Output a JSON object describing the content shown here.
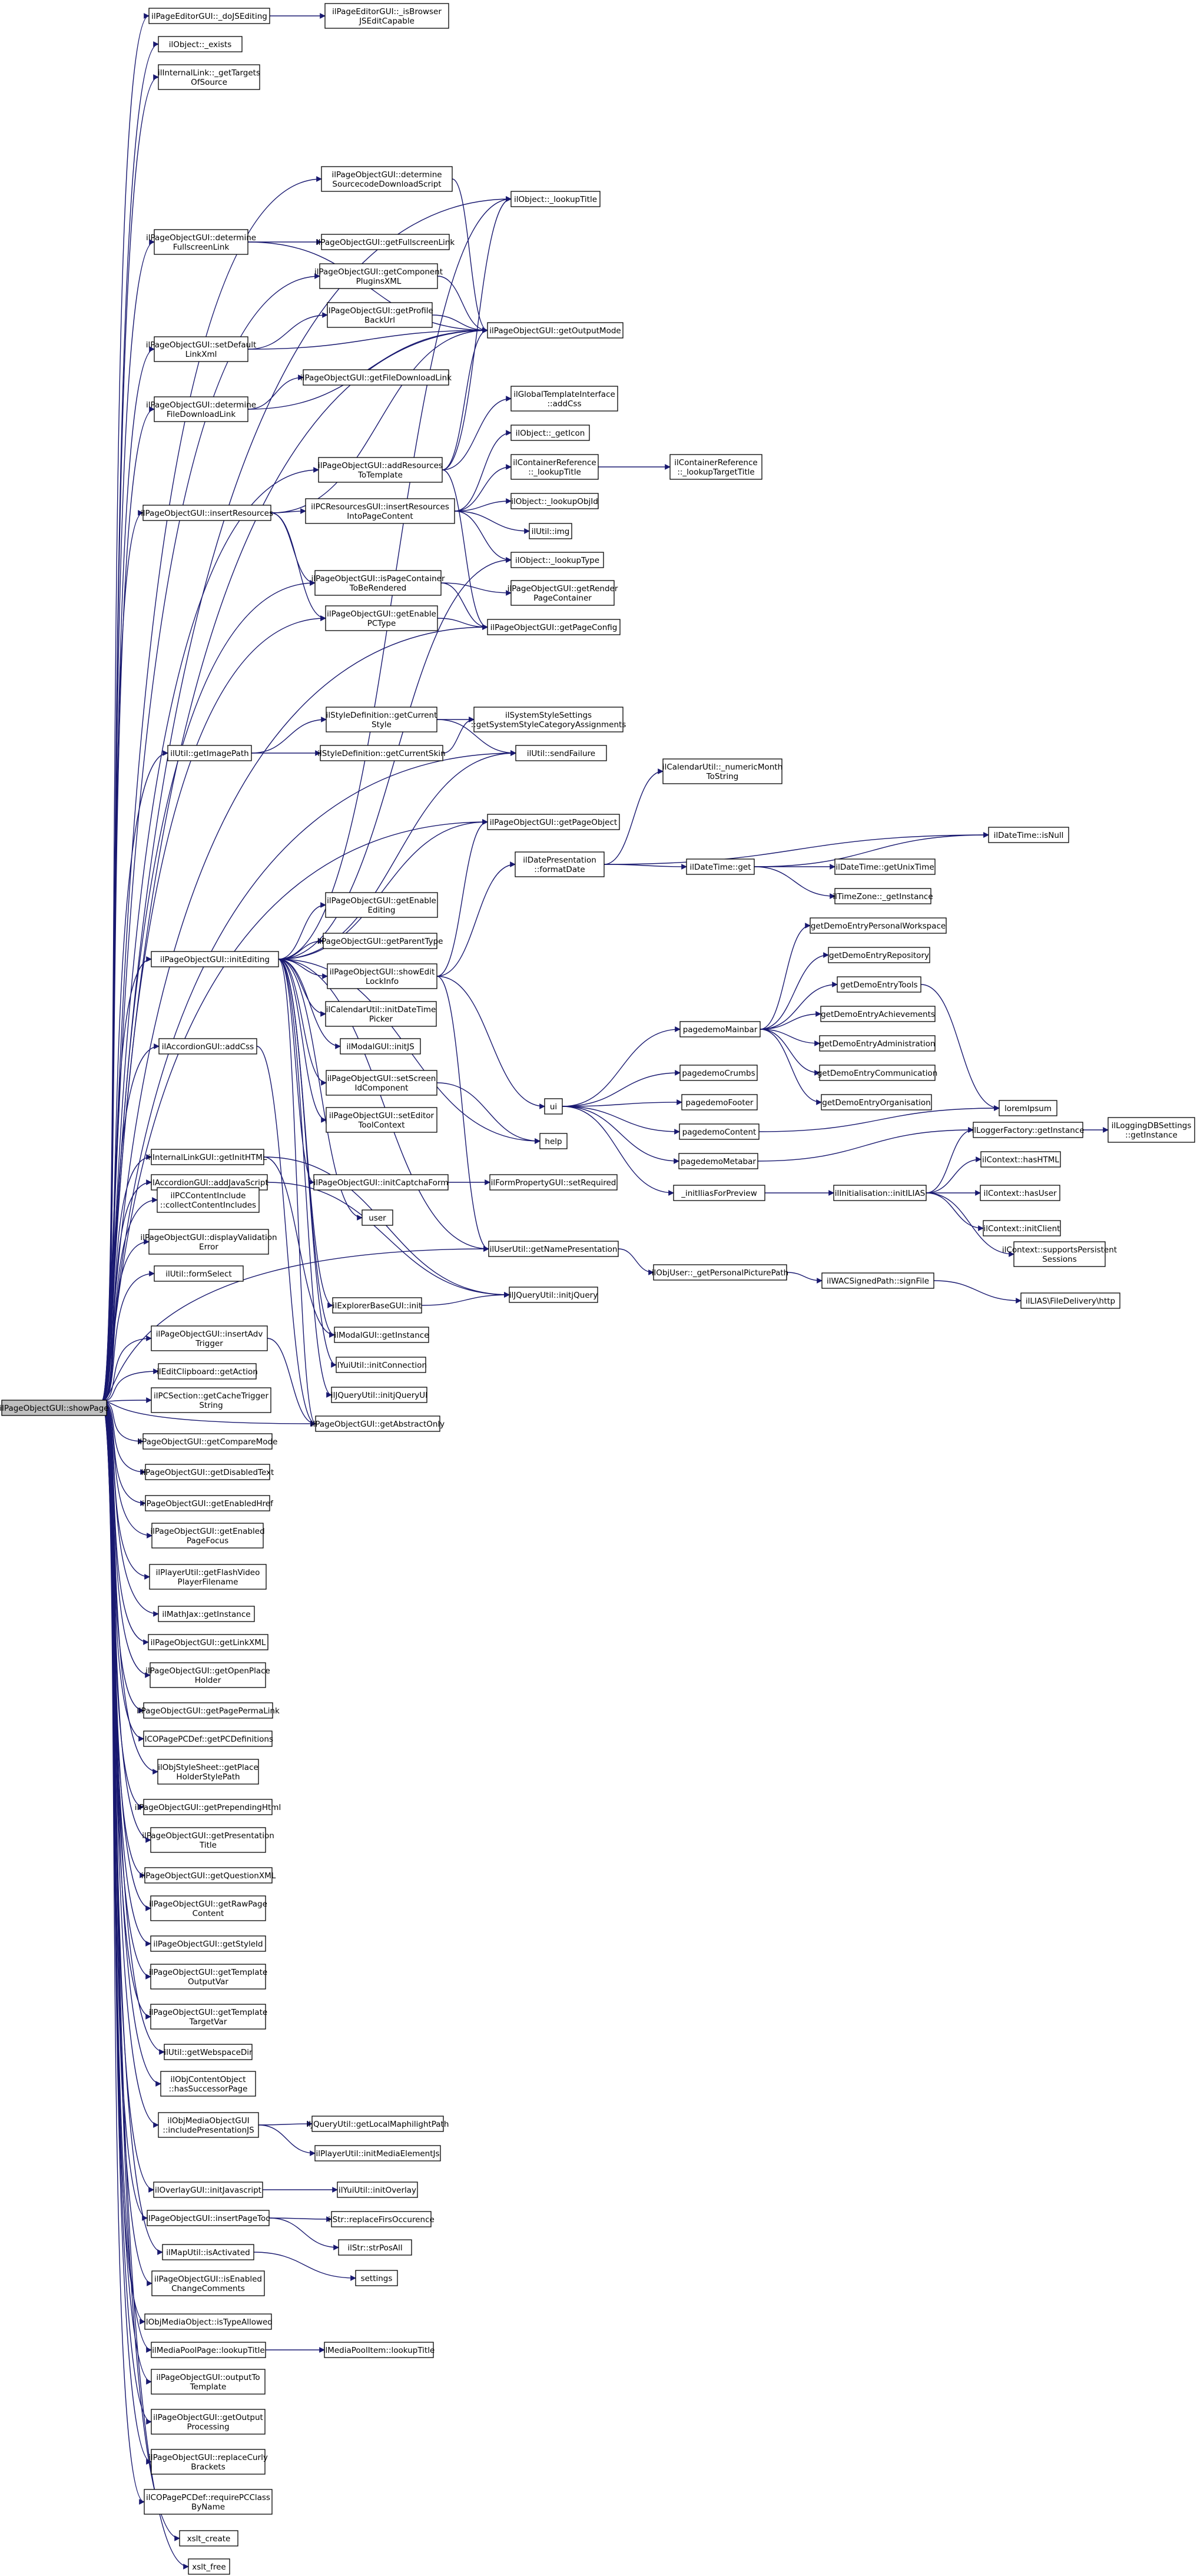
{
  "root": {
    "id": "root",
    "label": "ilPageObjectGUI::showPage"
  },
  "nodes": [
    {
      "id": "n1",
      "label": [
        "ilPageEditorGUI::_doJSEditing"
      ]
    },
    {
      "id": "n2",
      "label": [
        "ilPageEditorGUI::_isBrowser",
        "JSEditCapable"
      ]
    },
    {
      "id": "n3",
      "label": [
        "ilObject::_exists"
      ]
    },
    {
      "id": "n4",
      "label": [
        "ilInternalLink::_getTargets",
        "OfSource"
      ]
    },
    {
      "id": "n5",
      "label": [
        "ilObject::_lookupTitle"
      ]
    },
    {
      "id": "n6",
      "label": [
        "ilPageObjectGUI::determine",
        "SourcecodeDownloadScript"
      ]
    },
    {
      "id": "n7",
      "label": [
        "ilPageObjectGUI::determine",
        "FullscreenLink"
      ]
    },
    {
      "id": "n8",
      "label": [
        "ilPageObjectGUI::getFullscreenLink"
      ]
    },
    {
      "id": "n9",
      "label": [
        "ilPageObjectGUI::getComponent",
        "PluginsXML"
      ]
    },
    {
      "id": "n10",
      "label": [
        "ilPageObjectGUI::getProfile",
        "BackUrl"
      ]
    },
    {
      "id": "n11",
      "label": [
        "ilPageObjectGUI::getOutputMode"
      ]
    },
    {
      "id": "n12",
      "label": [
        "ilPageObjectGUI::setDefault",
        "LinkXml"
      ]
    },
    {
      "id": "n13",
      "label": [
        "ilPageObjectGUI::getFileDownloadLink"
      ]
    },
    {
      "id": "n14",
      "label": [
        "ilPageObjectGUI::determine",
        "FileDownloadLink"
      ]
    },
    {
      "id": "n15",
      "label": [
        "ilGlobalTemplateInterface",
        "::addCss"
      ]
    },
    {
      "id": "n16",
      "label": [
        "ilObject::_getIcon"
      ]
    },
    {
      "id": "n17",
      "label": [
        "ilPageObjectGUI::addResources",
        "ToTemplate"
      ]
    },
    {
      "id": "n18",
      "label": [
        "ilContainerReference",
        "::_lookupTitle"
      ]
    },
    {
      "id": "n19",
      "label": [
        "ilContainerReference",
        "::_lookupTargetTitle"
      ]
    },
    {
      "id": "n20",
      "label": [
        "ilObject::_lookupObjId"
      ]
    },
    {
      "id": "n21",
      "label": [
        "ilPageObjectGUI::insertResources"
      ]
    },
    {
      "id": "n22",
      "label": [
        "ilPCResourcesGUI::insertResources",
        "IntoPageContent"
      ]
    },
    {
      "id": "n23",
      "label": [
        "ilUtil::img"
      ]
    },
    {
      "id": "n24",
      "label": [
        "ilObject::_lookupType"
      ]
    },
    {
      "id": "n25",
      "label": [
        "ilPageObjectGUI::isPageContainer",
        "ToBeRendered"
      ]
    },
    {
      "id": "n26",
      "label": [
        "ilPageObjectGUI::getRender",
        "PageContainer"
      ]
    },
    {
      "id": "n27",
      "label": [
        "ilPageObjectGUI::getEnable",
        "PCType"
      ]
    },
    {
      "id": "n28",
      "label": [
        "ilPageObjectGUI::getPageConfig"
      ]
    },
    {
      "id": "n29",
      "label": [
        "ilStyleDefinition::getCurrent",
        "Style"
      ]
    },
    {
      "id": "n30",
      "label": [
        "ilSystemStyleSettings",
        "::getSystemStyleCategoryAssignments"
      ]
    },
    {
      "id": "n31",
      "label": [
        "ilUtil::getImagePath"
      ]
    },
    {
      "id": "n32",
      "label": [
        "ilStyleDefinition::getCurrentSkin"
      ]
    },
    {
      "id": "n33",
      "label": [
        "ilUtil::sendFailure"
      ]
    },
    {
      "id": "n34",
      "label": [
        "ilCalendarUtil::_numericMonth",
        "ToString"
      ]
    },
    {
      "id": "n35",
      "label": [
        "ilPageObjectGUI::getPageObject"
      ]
    },
    {
      "id": "n36",
      "label": [
        "ilDatePresentation",
        "::formatDate"
      ]
    },
    {
      "id": "n37",
      "label": [
        "ilDateTime::isNull"
      ]
    },
    {
      "id": "n38",
      "label": [
        "ilDateTime::get"
      ]
    },
    {
      "id": "n39",
      "label": [
        "ilDateTime::getUnixTime"
      ]
    },
    {
      "id": "n40",
      "label": [
        "ilPageObjectGUI::getEnable",
        "Editing"
      ]
    },
    {
      "id": "n41",
      "label": [
        "ilTimeZone::_getInstance"
      ]
    },
    {
      "id": "n42",
      "label": [
        "ilPageObjectGUI::getParentType"
      ]
    },
    {
      "id": "n43",
      "label": [
        "ilPageObjectGUI::initEditing"
      ]
    },
    {
      "id": "n44",
      "label": [
        "ilPageObjectGUI::showEdit",
        "LockInfo"
      ]
    },
    {
      "id": "n45",
      "label": [
        "getDemoEntryPersonalWorkspace"
      ]
    },
    {
      "id": "n46",
      "label": [
        "getDemoEntryRepository"
      ]
    },
    {
      "id": "n47",
      "label": [
        "getDemoEntryTools"
      ]
    },
    {
      "id": "n48",
      "label": [
        "ilCalendarUtil::initDateTime",
        "Picker"
      ]
    },
    {
      "id": "n49",
      "label": [
        "getDemoEntryAchievements"
      ]
    },
    {
      "id": "n50",
      "label": [
        "ilAccordionGUI::addCss"
      ]
    },
    {
      "id": "n51",
      "label": [
        "ilModalGUI::initJS"
      ]
    },
    {
      "id": "n52",
      "label": [
        "pagedemoMainbar"
      ]
    },
    {
      "id": "n53",
      "label": [
        "getDemoEntryAdministration"
      ]
    },
    {
      "id": "n54",
      "label": [
        "ilPageObjectGUI::setScreen",
        "IdComponent"
      ]
    },
    {
      "id": "n55",
      "label": [
        "pagedemoCrumbs"
      ]
    },
    {
      "id": "n56",
      "label": [
        "getDemoEntryCommunication"
      ]
    },
    {
      "id": "n57",
      "label": [
        "ui"
      ]
    },
    {
      "id": "n58",
      "label": [
        "ilPageObjectGUI::setEditor",
        "ToolContext"
      ]
    },
    {
      "id": "n59",
      "label": [
        "pagedemoFooter"
      ]
    },
    {
      "id": "n60",
      "label": [
        "getDemoEntryOrganisation"
      ]
    },
    {
      "id": "n61",
      "label": [
        "ilInternalLinkGUI::getInitHTML"
      ]
    },
    {
      "id": "n62",
      "label": [
        "loremIpsum"
      ]
    },
    {
      "id": "n63",
      "label": [
        "pagedemoContent"
      ]
    },
    {
      "id": "n64",
      "label": [
        "ilLoggerFactory::getInstance"
      ]
    },
    {
      "id": "n65",
      "label": [
        "ilLoggingDBSettings",
        "::getInstance"
      ]
    },
    {
      "id": "n66",
      "label": [
        "ilAccordionGUI::addJavaScript"
      ]
    },
    {
      "id": "n67",
      "label": [
        "help"
      ]
    },
    {
      "id": "n68",
      "label": [
        "pagedemoMetabar"
      ]
    },
    {
      "id": "n69",
      "label": [
        "ilContext::hasHTML"
      ]
    },
    {
      "id": "n70",
      "label": [
        "ilPageObjectGUI::initCaptchaForm"
      ]
    },
    {
      "id": "n71",
      "label": [
        "ilFormPropertyGUI::setRequired"
      ]
    },
    {
      "id": "n72",
      "label": [
        "_initIliasForPreview"
      ]
    },
    {
      "id": "n73",
      "label": [
        "ilInitialisation::initILIAS"
      ]
    },
    {
      "id": "n74",
      "label": [
        "ilContext::hasUser"
      ]
    },
    {
      "id": "n75",
      "label": [
        "ilPCContentInclude",
        "::collectContentIncludes"
      ]
    },
    {
      "id": "n76",
      "label": [
        "user"
      ]
    },
    {
      "id": "n77",
      "label": [
        "ilContext::initClient"
      ]
    },
    {
      "id": "n78",
      "label": [
        "ilPageObjectGUI::displayValidation",
        "Error"
      ]
    },
    {
      "id": "n79",
      "label": [
        "ilUserUtil::getNamePresentation"
      ]
    },
    {
      "id": "n80",
      "label": [
        "ilContext::supportsPersistent",
        "Sessions"
      ]
    },
    {
      "id": "n81",
      "label": [
        "ilUtil::formSelect"
      ]
    },
    {
      "id": "n82",
      "label": [
        "ilObjUser::_getPersonalPicturePath"
      ]
    },
    {
      "id": "n83",
      "label": [
        "ilWACSignedPath::signFile"
      ]
    },
    {
      "id": "n84",
      "label": [
        "ilExplorerBaseGUI::init"
      ]
    },
    {
      "id": "n85",
      "label": [
        "ilJQueryUtil::initjQuery"
      ]
    },
    {
      "id": "n86",
      "label": [
        "ilLIAS\\FileDelivery\\http"
      ]
    },
    {
      "id": "n87",
      "label": [
        "ilPageObjectGUI::insertAdv",
        "Trigger"
      ]
    },
    {
      "id": "n88",
      "label": [
        "ilModalGUI::getInstance"
      ]
    },
    {
      "id": "n89",
      "label": [
        "ilEditClipboard::getAction"
      ]
    },
    {
      "id": "n90",
      "label": [
        "ilYuiUtil::initConnection"
      ]
    },
    {
      "id": "n91",
      "label": [
        "ilPCSection::getCacheTrigger",
        "String"
      ]
    },
    {
      "id": "n92",
      "label": [
        "ilJQueryUtil::initjQueryUI"
      ]
    },
    {
      "id": "n93",
      "label": [
        "ilPageObjectGUI::getAbstractOnly"
      ]
    },
    {
      "id": "n94",
      "label": [
        "ilPageObjectGUI::getCompareMode"
      ]
    },
    {
      "id": "n95",
      "label": [
        "ilPageObjectGUI::getDisabledText"
      ]
    },
    {
      "id": "n96",
      "label": [
        "ilPageObjectGUI::getEnabledHref"
      ]
    },
    {
      "id": "n97",
      "label": [
        "ilPageObjectGUI::getEnabled",
        "PageFocus"
      ]
    },
    {
      "id": "n98",
      "label": [
        "ilPlayerUtil::getFlashVideo",
        "PlayerFilename"
      ]
    },
    {
      "id": "n99",
      "label": [
        "ilMathJax::getInstance"
      ]
    },
    {
      "id": "n100",
      "label": [
        "ilPageObjectGUI::getLinkXML"
      ]
    },
    {
      "id": "n101",
      "label": [
        "ilPageObjectGUI::getOpenPlace",
        "Holder"
      ]
    },
    {
      "id": "n102",
      "label": [
        "ilPageObjectGUI::getPagePermaLink"
      ]
    },
    {
      "id": "n103",
      "label": [
        "ilCOPagePCDef::getPCDefinitions"
      ]
    },
    {
      "id": "n104",
      "label": [
        "ilObjStyleSheet::getPlace",
        "HolderStylePath"
      ]
    },
    {
      "id": "n105",
      "label": [
        "ilPageObjectGUI::getPrependingHtml"
      ]
    },
    {
      "id": "n106",
      "label": [
        "ilPageObjectGUI::getPresentation",
        "Title"
      ]
    },
    {
      "id": "n107",
      "label": [
        "ilPageObjectGUI::getQuestionXML"
      ]
    },
    {
      "id": "n108",
      "label": [
        "ilPageObjectGUI::getRawPage",
        "Content"
      ]
    },
    {
      "id": "n109",
      "label": [
        "ilPageObjectGUI::getStyleId"
      ]
    },
    {
      "id": "n110",
      "label": [
        "ilPageObjectGUI::getTemplate",
        "OutputVar"
      ]
    },
    {
      "id": "n111",
      "label": [
        "ilPageObjectGUI::getTemplate",
        "TargetVar"
      ]
    },
    {
      "id": "n112",
      "label": [
        "ilUtil::getWebspaceDir"
      ]
    },
    {
      "id": "n113",
      "label": [
        "ilObjContentObject",
        "::hasSuccessorPage"
      ]
    },
    {
      "id": "n114",
      "label": [
        "ilObjMediaObjectGUI",
        "::includePresentationJS"
      ]
    },
    {
      "id": "n115",
      "label": [
        "ilJQueryUtil::getLocalMaphilightPath"
      ]
    },
    {
      "id": "n116",
      "label": [
        "ilPlayerUtil::initMediaElementJs"
      ]
    },
    {
      "id": "n117",
      "label": [
        "ilOverlayGUI::initJavascript"
      ]
    },
    {
      "id": "n118",
      "label": [
        "ilYuiUtil::initOverlay"
      ]
    },
    {
      "id": "n119",
      "label": [
        "ilPageObjectGUI::insertPageToc"
      ]
    },
    {
      "id": "n120",
      "label": [
        "ilStr::replaceFirsOccurence"
      ]
    },
    {
      "id": "n121",
      "label": [
        "ilStr::strPosAll"
      ]
    },
    {
      "id": "n122",
      "label": [
        "ilMapUtil::isActivated"
      ]
    },
    {
      "id": "n123",
      "label": [
        "settings"
      ]
    },
    {
      "id": "n124",
      "label": [
        "ilPageObjectGUI::isEnabled",
        "ChangeComments"
      ]
    },
    {
      "id": "n125",
      "label": [
        "ilObjMediaObject::isTypeAllowed"
      ]
    },
    {
      "id": "n126",
      "label": [
        "ilMediaPoolPage::lookupTitle"
      ]
    },
    {
      "id": "n127",
      "label": [
        "ilMediaPoolItem::lookupTitle"
      ]
    },
    {
      "id": "n128",
      "label": [
        "ilPageObjectGUI::outputTo",
        "Template"
      ]
    },
    {
      "id": "n129",
      "label": [
        "ilPageObjectGUI::getOutput",
        "Processing"
      ]
    },
    {
      "id": "n130",
      "label": [
        "ilPageObjectGUI::replaceCurly",
        "Brackets"
      ]
    },
    {
      "id": "n131",
      "label": [
        "ilCOPagePCDef::requirePCClass",
        "ByName"
      ]
    },
    {
      "id": "n132",
      "label": [
        "xslt_create"
      ]
    },
    {
      "id": "n133",
      "label": [
        "xslt_free"
      ]
    }
  ]
}
